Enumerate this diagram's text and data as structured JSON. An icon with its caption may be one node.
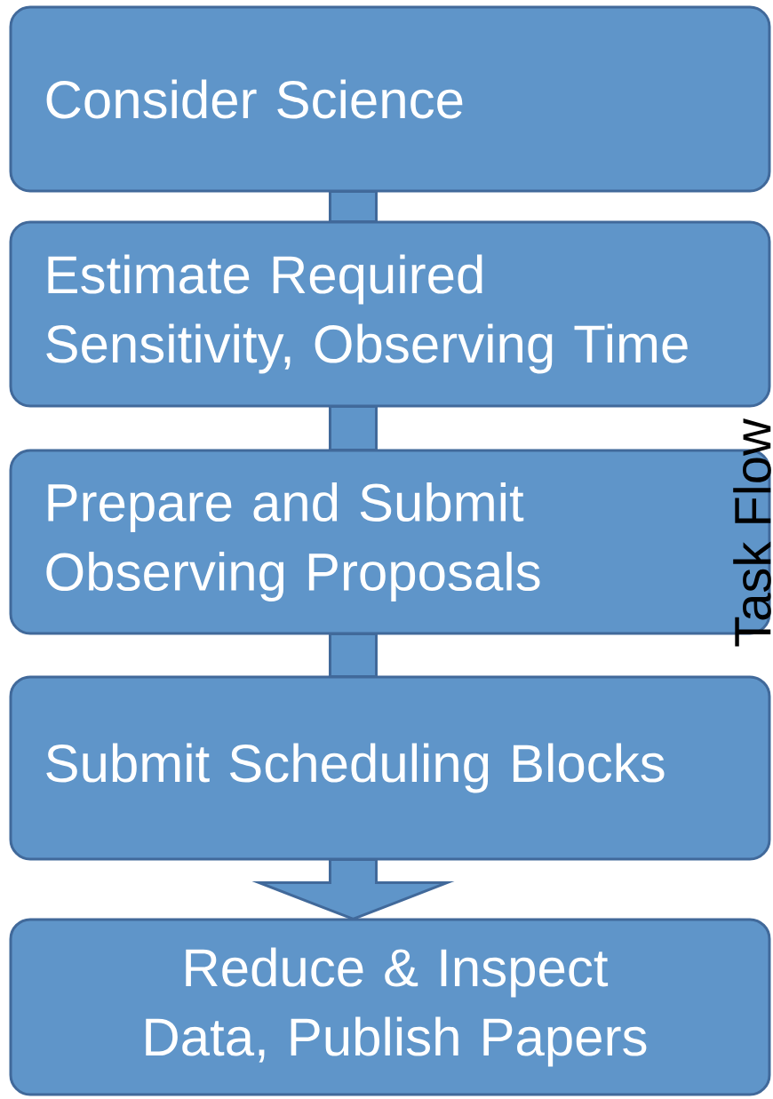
{
  "diagram": {
    "nodes": [
      {
        "text": [
          "Consider Science"
        ]
      },
      {
        "text": [
          "Estimate Required Sensitivity, Observing Time"
        ]
      },
      {
        "text": [
          "Prepare and Submit Observing Proposals"
        ]
      },
      {
        "text": [
          "Submit Scheduling Blocks"
        ]
      },
      {
        "text": [
          "Reduce & Inspect Data, Publish Papers"
        ]
      }
    ],
    "edges": [
      {
        "from": 0,
        "to": 1,
        "arrow": "none"
      },
      {
        "from": 1,
        "to": 2,
        "arrow": "none"
      },
      {
        "from": 2,
        "to": 3,
        "arrow": "none"
      },
      {
        "from": 3,
        "to": 4,
        "arrow": "to"
      }
    ],
    "labels": [
      "Task Flow"
    ]
  }
}
